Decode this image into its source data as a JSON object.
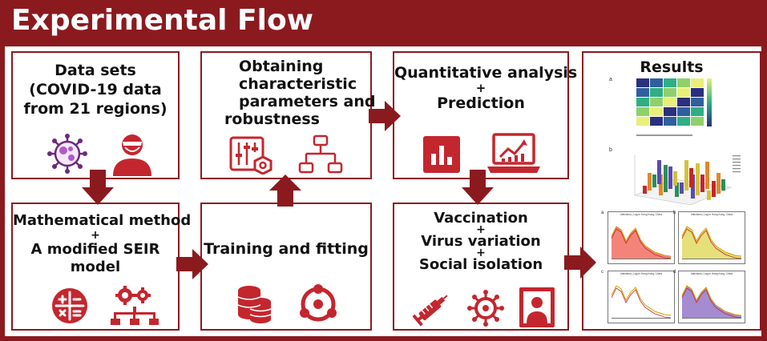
{
  "title": "Experimental Flow",
  "boxes": {
    "datasets": {
      "lines": [
        "Data sets",
        "(COVID-19 data",
        "from 21 regions)"
      ]
    },
    "math": {
      "lines": [
        "Mathematical method",
        "+",
        "A modified SEIR",
        "model"
      ]
    },
    "obtaining": {
      "lines": [
        "Obtaining",
        "characteristic",
        "parameters and",
        "robustness"
      ]
    },
    "training": {
      "lines": [
        "Training and fitting"
      ]
    },
    "quant": {
      "lines": [
        "Quantitative analysis",
        "+",
        "Prediction"
      ]
    },
    "vacc": {
      "lines": [
        "Vaccination",
        "+",
        "Virus variation",
        "+",
        "Social isolation"
      ]
    },
    "results": {
      "title": "Results",
      "heatmap_label": "a",
      "bar3d_label": "b",
      "panel_labels": [
        "a",
        "b",
        "c",
        "d"
      ],
      "panel_title": "Infections | Lag In Hong Kong, China"
    }
  },
  "colors": {
    "brand": "#8b1a1f",
    "icon": "#c4262e",
    "fill_red": "#f4847a",
    "fill_yellow": "#e6e07a",
    "fill_purple": "#a58bd0"
  },
  "icons": {
    "virus": "virus-icon",
    "patient": "patient-icon",
    "calculator": "calculator-icon",
    "gears": "gears-network-icon",
    "database": "database-icon",
    "share": "share-cycle-icon",
    "sliders": "sliders-hex-icon",
    "flowchart": "flowchart-icon",
    "barchart": "bar-chart-icon",
    "laptop": "laptop-trend-icon",
    "syringe": "syringe-icon",
    "virus2": "virus-variation-icon",
    "isolation": "person-frame-icon"
  }
}
